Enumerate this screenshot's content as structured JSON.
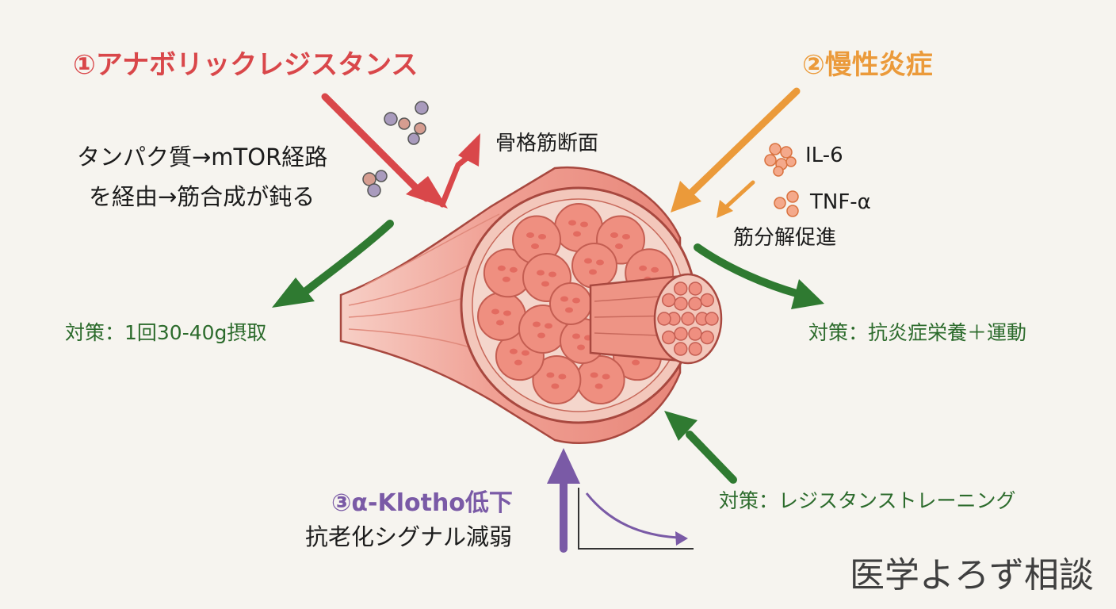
{
  "title_anabolic": "①アナボリックレジスタンス",
  "anabolic_desc_1": "タンパク質→mTOR経路",
  "anabolic_desc_2": "を経由→筋合成が鈍る",
  "section_label": "骨格筋断面",
  "countermeasure_1": "対策：1回30-40g摂取",
  "title_inflammation": "②慢性炎症",
  "cytokine_1": "IL-6",
  "cytokine_2": "TNF-α",
  "inflammation_effect": "筋分解促進",
  "countermeasure_2": "対策：抗炎症栄養＋運動",
  "title_klotho": "③α-Klotho低下",
  "klotho_desc": "抗老化シグナル減弱",
  "countermeasure_3": "対策：レジスタンストレーニング",
  "watermark": "医学よろず相談",
  "colors": {
    "red": "#d9474a",
    "orange": "#eb9a3a",
    "purple": "#7a5aa6",
    "green": "#2c6b2c",
    "muscle": "#ef8f80",
    "background": "#f6f4ef"
  }
}
